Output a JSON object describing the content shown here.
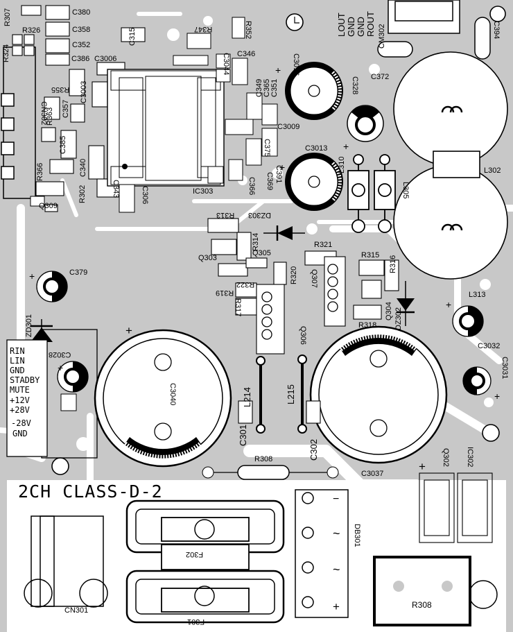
{
  "board": {
    "title": "2CH CLASS-D-2",
    "colors": {
      "board": "#c8c8c8",
      "copper": "#ffffff",
      "silk": "#000000"
    }
  },
  "connectors": {
    "cm302_pins": [
      "LOUT",
      "GND",
      "GND",
      "ROUT"
    ],
    "power_pins": [
      "RIN",
      "LIN",
      "GND",
      "STADBY",
      "MUTE",
      "+12V",
      "+28V",
      "-28V",
      "GND"
    ]
  },
  "labels": {
    "r307": "R307",
    "r326": "R326",
    "c380": "C380",
    "c358": "C358",
    "c352": "C352",
    "c386": "C386",
    "c3006": "C3006",
    "r324": "R324",
    "r355": "R355",
    "c315": "C315",
    "r347": "R347",
    "r352": "R352",
    "c3044": "C3044",
    "c346": "C346",
    "c3003": "C3003",
    "cn302": "CN302",
    "r363": "R363",
    "c357": "C357",
    "c385": "C385",
    "r366": "R366",
    "c340": "C340",
    "r302": "R302",
    "c343": "C343",
    "c306": "C306",
    "q309": "Q309",
    "ic303": "IC303",
    "c3016": "C3016",
    "c349": "C349",
    "c365": "C365",
    "c351": "C351",
    "c328": "C328",
    "c372": "C372",
    "c3009": "C3009",
    "c375": "C375",
    "c3013": "C3013",
    "c391": "C391",
    "c369": "C369",
    "c366": "C366",
    "l310": "L310",
    "l305": "L305",
    "l302": "L302",
    "cm302": "CM302",
    "c394": "C394",
    "r313": "R313",
    "dz303": "DZ303",
    "r314": "R314",
    "q303": "Q303",
    "q305": "Q305",
    "r321": "R321",
    "r315": "R315",
    "r316": "R316",
    "r320": "R320",
    "q307": "Q307",
    "r322": "R322",
    "r319": "R319",
    "r317": "R317",
    "q304": "Q304",
    "dz302": "DZ302",
    "r318": "R318",
    "l313": "L313",
    "c3032": "C3032",
    "c379": "C379",
    "zd301": "ZD301",
    "c3028": "C3028",
    "c3040": "C3040",
    "l214": "L214",
    "l215": "L215",
    "q306": "Q306",
    "c301": "C301",
    "c302": "C302",
    "c3031": "C3031",
    "c3037": "C3037",
    "r308a": "R308",
    "q302": "Q302",
    "ic302": "IC302",
    "db301": "DB301",
    "f302": "F302",
    "f301": "F301",
    "cn301": "CN301",
    "r308b": "R308"
  },
  "polarity": {
    "plus": "+",
    "minus": "−",
    "ac": "~"
  }
}
